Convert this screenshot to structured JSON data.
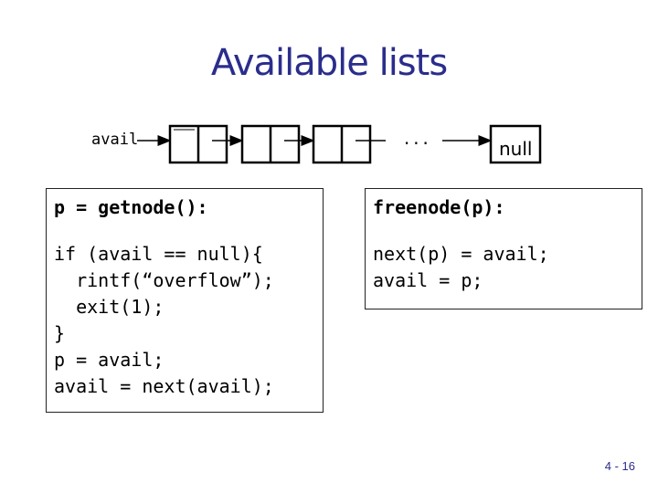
{
  "title": "Available lists",
  "diagram": {
    "head_label": "avail",
    "ellipsis": "...",
    "tail_label": "null"
  },
  "getnode_box": {
    "header": "p = getnode():",
    "lines": [
      "if (avail == null){",
      "  rintf(“overflow”);",
      "  exit(1);",
      "}",
      "p = avail;",
      "avail = next(avail);"
    ]
  },
  "freenode_box": {
    "header": "freenode(p):",
    "lines": [
      "next(p) = avail;",
      "avail = p;"
    ]
  },
  "page_number": "4 - 16"
}
